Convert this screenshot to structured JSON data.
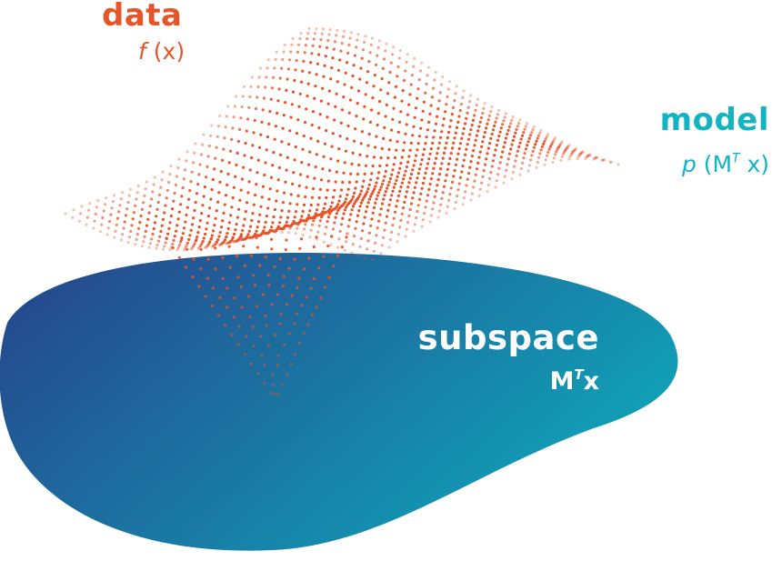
{
  "colors": {
    "data": "#e4562a",
    "model": "#14b3c2",
    "subspace_label": "#ffffff",
    "subspace_start": "#254b8f",
    "subspace_end": "#0eaabb"
  },
  "data_label": {
    "title": "data",
    "func": "f",
    "arg": "(x)"
  },
  "model_label": {
    "title": "model",
    "func": "p",
    "open": "(M",
    "sup": "T",
    "close": " x)"
  },
  "subspace_label": {
    "title": "subspace",
    "base": "M",
    "sup": "T",
    "var": "x"
  }
}
